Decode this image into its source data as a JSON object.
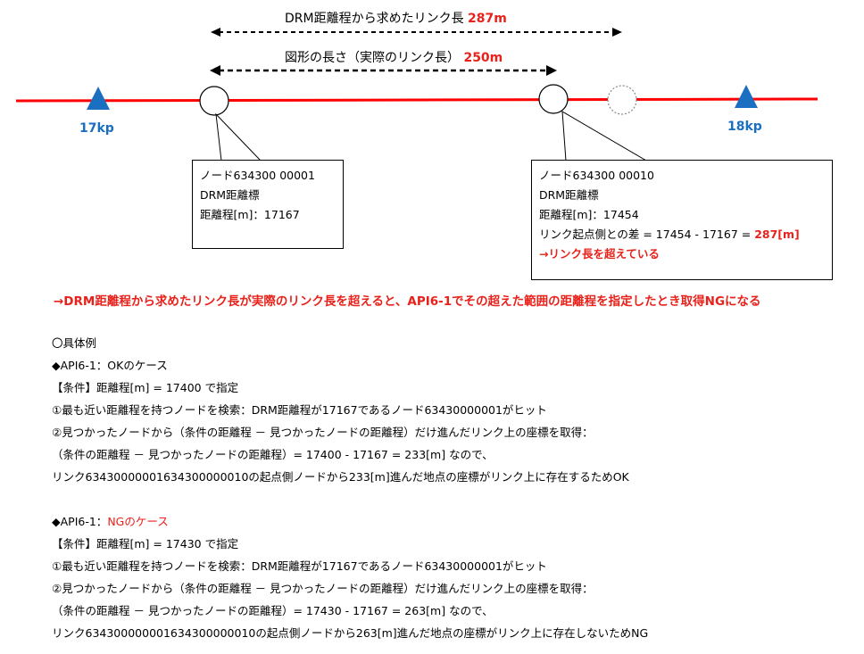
{
  "top": {
    "drm_length": {
      "prefix": "DRM距離程から求めたリンク長 ",
      "value": "287m"
    },
    "shape_length": {
      "prefix": "図形の長さ（実際のリンク長） ",
      "value": "250m"
    }
  },
  "kp": {
    "left": "17kp",
    "right": "18kp"
  },
  "node_left": {
    "line1": "ノード634300 00001",
    "line2": "DRM距離標",
    "line3": "距離程[m]：17167"
  },
  "node_right": {
    "line1": "ノード634300 00010",
    "line2": "DRM距離標",
    "line3": "距離程[m]：17454",
    "line4_prefix": "リンク起点側との差 = 17454 - 17167 = ",
    "line4_value": "287[m]",
    "line5": "→リンク長を超えている"
  },
  "note": "→DRM距離程から求めたリンク長が実際のリンク長を超えると、API6-1でその超えた範囲の距離程を指定したとき取得NGになる",
  "examples": {
    "heading": "〇具体例",
    "ok": {
      "title": "◆API6-1：OKのケース",
      "condition": "【条件】距離程[m] = 17400 で指定",
      "step1": "①最も近い距離程を持つノードを検索：DRM距離程が17167であるノード63430000001がヒット",
      "step2": "②見つかったノードから（条件の距離程 － 見つかったノードの距離程）だけ進んだリンク上の座標を取得：",
      "calc": "（条件の距離程 － 見つかったノードの距離程）= 17400 - 17167 = 233[m] なので、",
      "result": "リンク634300000016343000000​10の起点側ノードから233[m]進んだ地点の座標がリンク上に存在するためOK"
    },
    "ng": {
      "title_prefix": "◆API6-1：",
      "title_red": "NGのケース",
      "condition": "【条件】距離程[m] = 17430 で指定",
      "step1": "①最も近い距離程を持つノードを検索：DRM距離程が17167であるノード63430000001がヒット",
      "step2": "②見つかったノードから（条件の距離程 － 見つかったノードの距離程）だけ進んだリンク上の座標を取得：",
      "calc": "（条件の距離程 － 見つかったノードの距離程）= 17430 - 17167 = 263[m] なので、",
      "result": "リンク6343000000016343000000​10の起点側ノードから263[m]進んだ地点の座標がリンク上に存在しないためNG"
    }
  },
  "colors": {
    "road": "#ff0000",
    "marker": "#1b6fc0",
    "accent": "#e8211b"
  }
}
